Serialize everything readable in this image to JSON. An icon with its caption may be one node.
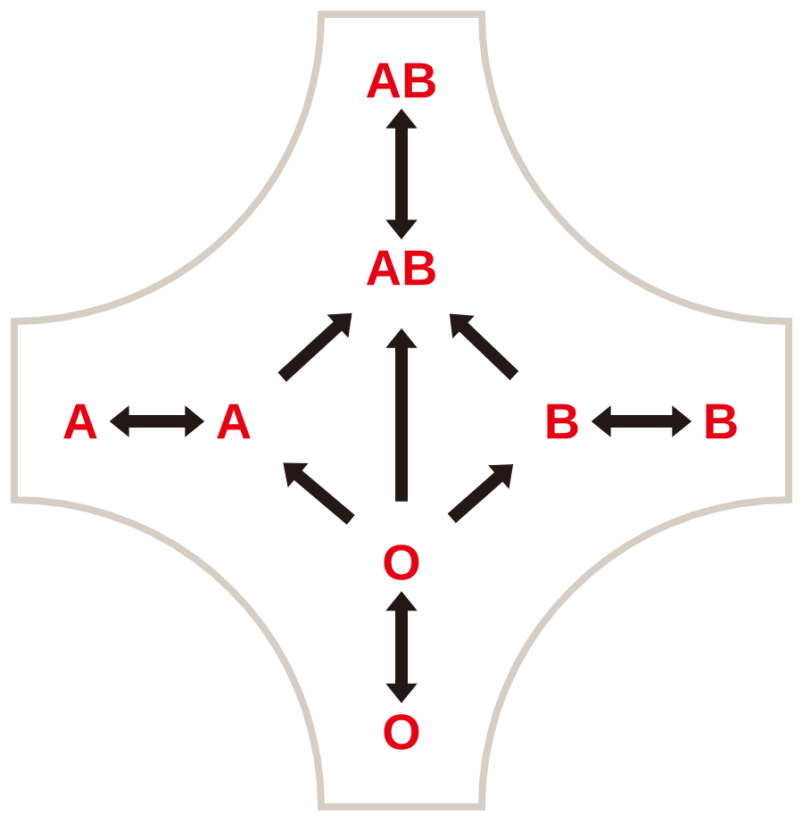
{
  "diagram": {
    "nodes": [
      {
        "text": [],
        "shape": "cross"
      },
      {
        "text": [
          "AB"
        ],
        "in": 0
      },
      {
        "text": [
          "AB"
        ],
        "in": 0
      },
      {
        "text": [
          "A"
        ],
        "in": 0
      },
      {
        "text": [
          "A"
        ],
        "in": 0
      },
      {
        "text": [
          "B"
        ],
        "in": 0
      },
      {
        "text": [
          "B"
        ],
        "in": 0
      },
      {
        "text": [
          "O"
        ],
        "in": 0
      },
      {
        "text": [
          "O"
        ],
        "in": 0
      }
    ],
    "edges": [
      {
        "from": 1,
        "to": 2,
        "arrow": "both"
      },
      {
        "from": 3,
        "to": 4,
        "arrow": "both"
      },
      {
        "from": 5,
        "to": 6,
        "arrow": "both"
      },
      {
        "from": 7,
        "to": 8,
        "arrow": "both"
      },
      {
        "from": 4,
        "to": 2,
        "arrow": "to"
      },
      {
        "from": 5,
        "to": 2,
        "arrow": "to"
      },
      {
        "from": 7,
        "to": 2,
        "arrow": "to"
      },
      {
        "from": 7,
        "to": 4,
        "arrow": "to"
      },
      {
        "from": 7,
        "to": 5,
        "arrow": "to"
      }
    ]
  }
}
